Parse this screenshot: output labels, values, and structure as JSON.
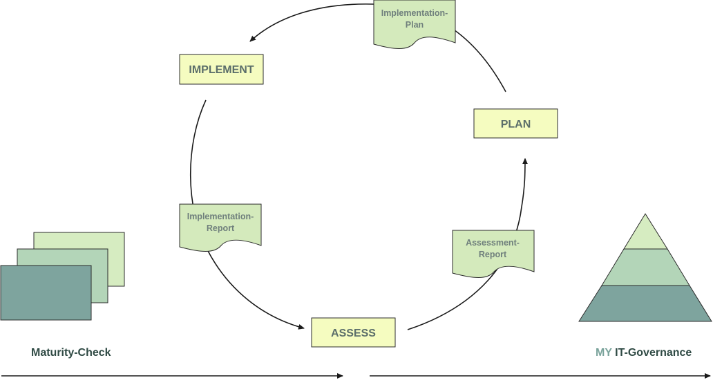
{
  "colors": {
    "box_fill": "#f5fcc0",
    "doc_fill": "#d4eabc",
    "light_green": "#d6ecc1",
    "mid_green": "#b3d5b8",
    "dark_teal": "#7ea49e",
    "stroke": "#2b2b2b",
    "label_text": "#5b6e6a",
    "bottom_text": "#2f4a44",
    "accent_text": "#7aa39b"
  },
  "boxes": {
    "implement": "IMPLEMENT",
    "plan": "PLAN",
    "assess": "ASSESS"
  },
  "documents": {
    "implementation_plan": {
      "line1": "Implementation-",
      "line2": "Plan"
    },
    "implementation_report": {
      "line1": "Implementation-",
      "line2": "Report"
    },
    "assessment_report": {
      "line1": "Assessment-",
      "line2": "Report"
    }
  },
  "labels": {
    "maturity_check": "Maturity-Check",
    "my": "MY",
    "it_governance": "IT-Governance"
  }
}
